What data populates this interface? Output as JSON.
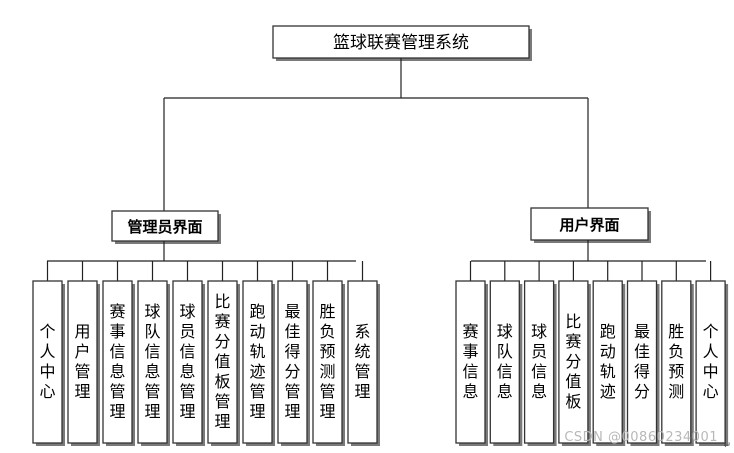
{
  "root": {
    "label": "篮球联赛管理系统"
  },
  "branches": [
    {
      "label": "管理员界面",
      "children": [
        "个人中心",
        "用户管理",
        "赛事信息管理",
        "球队信息管理",
        "球员信息管理",
        "比赛分值板管理",
        "跑动轨迹管理",
        "最佳得分管理",
        "胜负预测管理",
        "系统管理"
      ]
    },
    {
      "label": "用户界面",
      "children": [
        "赛事信息",
        "球队信息",
        "球员信息",
        "比赛分值板",
        "跑动轨迹",
        "最佳得分",
        "胜负预测",
        "个人中心"
      ]
    }
  ],
  "watermark": "CSDN @00860234001"
}
